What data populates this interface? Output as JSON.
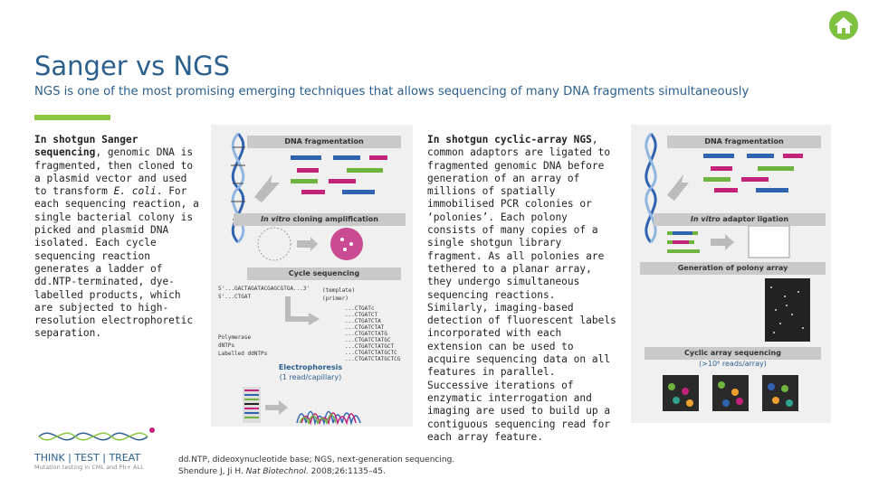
{
  "header": {
    "title": "Sanger vs NGS",
    "subtitle": "NGS is one of the most promising emerging techniques that allows sequencing of many DNA fragments simultaneously"
  },
  "left_text": {
    "bold": "In shotgun Sanger sequencing",
    "body": ", genomic DNA is fragmented, then cloned to a plasmid vector and used to transform ",
    "italic": "E. coli",
    "body2": ". For each sequencing reaction, a single bacterial colony is picked and plasmid DNA isolated. Each cycle sequencing reaction generates a ladder of dd.NTP-terminated, dye-labelled products, which are subjected to high-resolution electrophoretic separation."
  },
  "right_text": {
    "bold": "In shotgun cyclic-array NGS",
    "body": ", common adaptors are ligated to fragmented genomic DNA before generation of an array of millions of spatially immobilised PCR colonies or ‘polonies’. Each polony consists of many copies of a single shotgun library fragment. As all polonies are tethered to a planar array, they undergo simultaneous sequencing reactions. Similarly, imaging-based detection of fluorescent labels incorporated with each extension can be used to acquire sequencing data on all features in parallel. Successive iterations of enzymatic interrogation and imaging are used to build up a contiguous sequencing read for each array feature."
  },
  "sanger_panel": {
    "frag": "DNA fragmentation",
    "clone_italic": "In vitro",
    "clone": " cloning amplification",
    "cycle": "Cycle sequencing",
    "seq1": "5'...GACTAGATACGAGCGTGA...3'",
    "seq2": "5'...CTGAT",
    "template": "(template)",
    "primer": "(primer)",
    "polymerase": "Polymerase",
    "dntps": "dNTPs",
    "labelled": "Labelled ddNTPs",
    "ladder": [
      "...CTGATc",
      "...CTGATCT",
      "...CTGATCTA",
      "...CTGATCTAT",
      "...CTGATCTATG",
      "...CTGATCTATGC",
      "...CTGATCTATGCT",
      "...CTGATCTATGCTC",
      "...CTGATCTATGCTCG"
    ],
    "electro": "Electrophoresis",
    "electro_sub": "(1 read/capillary)"
  },
  "ngs_panel": {
    "frag": "DNA fragmentation",
    "ligation_italic": "In vitro",
    "ligation": " adaptor ligation",
    "polony": "Generation of polony array",
    "cyclic": "Cyclic array sequencing",
    "cyclic_sub": "(>10⁶ reads/array)"
  },
  "references": {
    "line1": "dd.NTP, dideoxynucleotide base; NGS, next-generation sequencing.",
    "line2_a": "Shendure J, Ji H. ",
    "line2_italic": "Nat Biotechnol.",
    "line2_b": " 2008;26:1135–45."
  },
  "logo": {
    "text": "THINK | TEST | TREAT",
    "tagline": "Mutation testing in CML and Ph+ ALL"
  },
  "colors": {
    "title": "#2b5f8e",
    "accent": "#8cc63f",
    "magenta": "#c2227a",
    "blue": "#2f62b0",
    "green": "#6fb43f",
    "teal": "#30a08f"
  }
}
